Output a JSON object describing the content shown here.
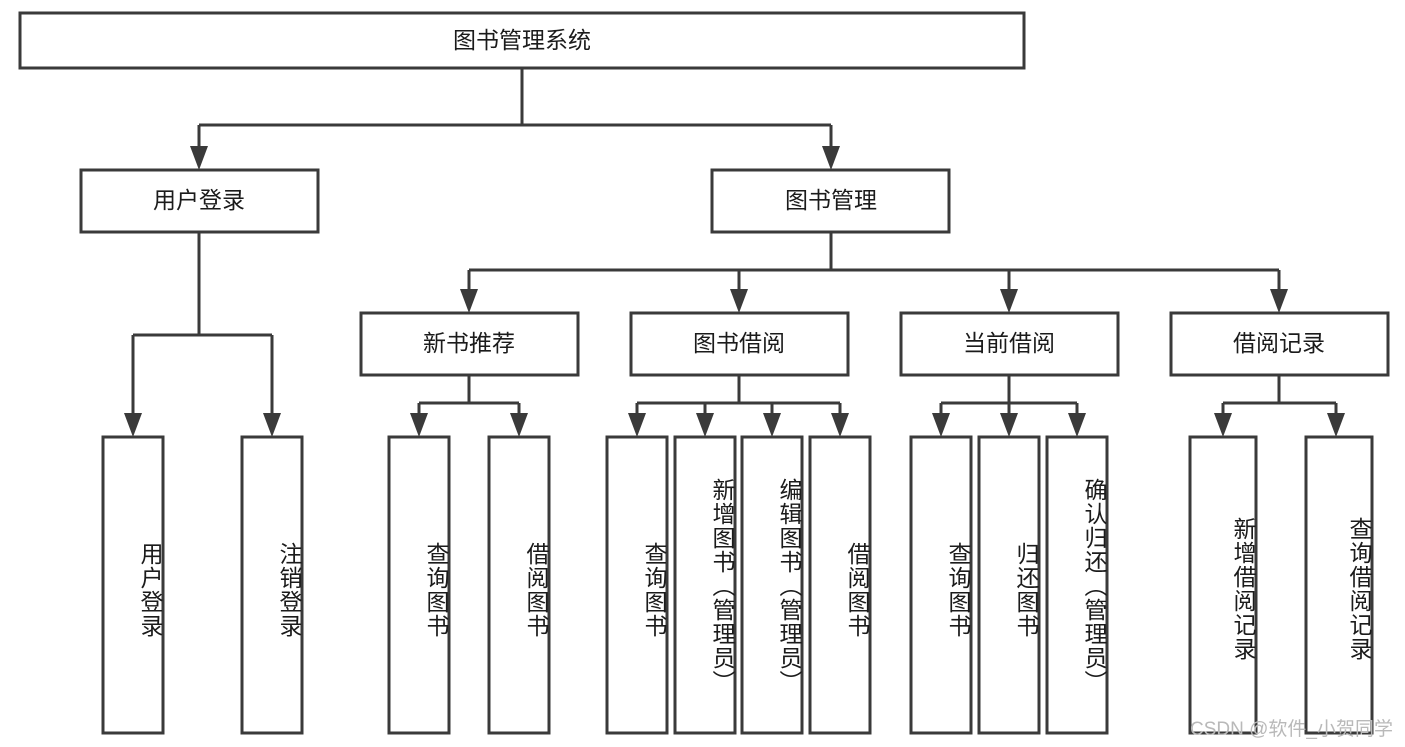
{
  "diagram": {
    "type": "tree",
    "title": "图书管理系统",
    "watermark": "CSDN @软件_小贺同学",
    "colors": {
      "stroke": "#3a3a3a",
      "fill": "#ffffff",
      "text": "#1b1b1b",
      "watermark": "#b9b9b9"
    },
    "levels": {
      "root": "图书管理系统",
      "level2": [
        "用户登录",
        "图书管理"
      ],
      "level3": [
        "新书推荐",
        "图书借阅",
        "当前借阅",
        "借阅记录"
      ]
    },
    "nodes": {
      "root": {
        "label": "图书管理系统",
        "orientation": "horizontal"
      },
      "user_login": {
        "label": "用户登录",
        "orientation": "horizontal"
      },
      "book_manage": {
        "label": "图书管理",
        "orientation": "horizontal"
      },
      "new_book_rec": {
        "label": "新书推荐",
        "orientation": "horizontal"
      },
      "book_borrow": {
        "label": "图书借阅",
        "orientation": "horizontal"
      },
      "current_borrow": {
        "label": "当前借阅",
        "orientation": "horizontal"
      },
      "borrow_record": {
        "label": "借阅记录",
        "orientation": "horizontal"
      },
      "leaf_user_login": {
        "label": "用户登录",
        "orientation": "vertical"
      },
      "leaf_logout": {
        "label": "注销登录",
        "orientation": "vertical"
      },
      "leaf_query_book_1": {
        "label": "查询图书",
        "orientation": "vertical"
      },
      "leaf_borrow_book_1": {
        "label": "借阅图书",
        "orientation": "vertical"
      },
      "leaf_query_book_2": {
        "label": "查询图书",
        "orientation": "vertical"
      },
      "leaf_add_book": {
        "label": "新增图书（管理员）",
        "orientation": "vertical"
      },
      "leaf_edit_book": {
        "label": "编辑图书（管理员）",
        "orientation": "vertical"
      },
      "leaf_borrow_book_2": {
        "label": "借阅图书",
        "orientation": "vertical"
      },
      "leaf_query_book_3": {
        "label": "查询图书",
        "orientation": "vertical"
      },
      "leaf_return_book": {
        "label": "归还图书",
        "orientation": "vertical"
      },
      "leaf_confirm_return": {
        "label": "确认归还（管理员）",
        "orientation": "vertical"
      },
      "leaf_add_record": {
        "label": "新增借阅记录",
        "orientation": "vertical"
      },
      "leaf_query_record": {
        "label": "查询借阅记录",
        "orientation": "vertical"
      }
    },
    "edges": [
      {
        "from": "root",
        "to": "user_login"
      },
      {
        "from": "root",
        "to": "book_manage"
      },
      {
        "from": "user_login",
        "to": "leaf_user_login"
      },
      {
        "from": "user_login",
        "to": "leaf_logout"
      },
      {
        "from": "book_manage",
        "to": "new_book_rec"
      },
      {
        "from": "book_manage",
        "to": "book_borrow"
      },
      {
        "from": "book_manage",
        "to": "current_borrow"
      },
      {
        "from": "book_manage",
        "to": "borrow_record"
      },
      {
        "from": "new_book_rec",
        "to": "leaf_query_book_1"
      },
      {
        "from": "new_book_rec",
        "to": "leaf_borrow_book_1"
      },
      {
        "from": "book_borrow",
        "to": "leaf_query_book_2"
      },
      {
        "from": "book_borrow",
        "to": "leaf_add_book"
      },
      {
        "from": "book_borrow",
        "to": "leaf_edit_book"
      },
      {
        "from": "book_borrow",
        "to": "leaf_borrow_book_2"
      },
      {
        "from": "current_borrow",
        "to": "leaf_query_book_3"
      },
      {
        "from": "current_borrow",
        "to": "leaf_return_book"
      },
      {
        "from": "current_borrow",
        "to": "leaf_confirm_return"
      },
      {
        "from": "borrow_record",
        "to": "leaf_add_record"
      },
      {
        "from": "borrow_record",
        "to": "leaf_query_record"
      }
    ]
  }
}
